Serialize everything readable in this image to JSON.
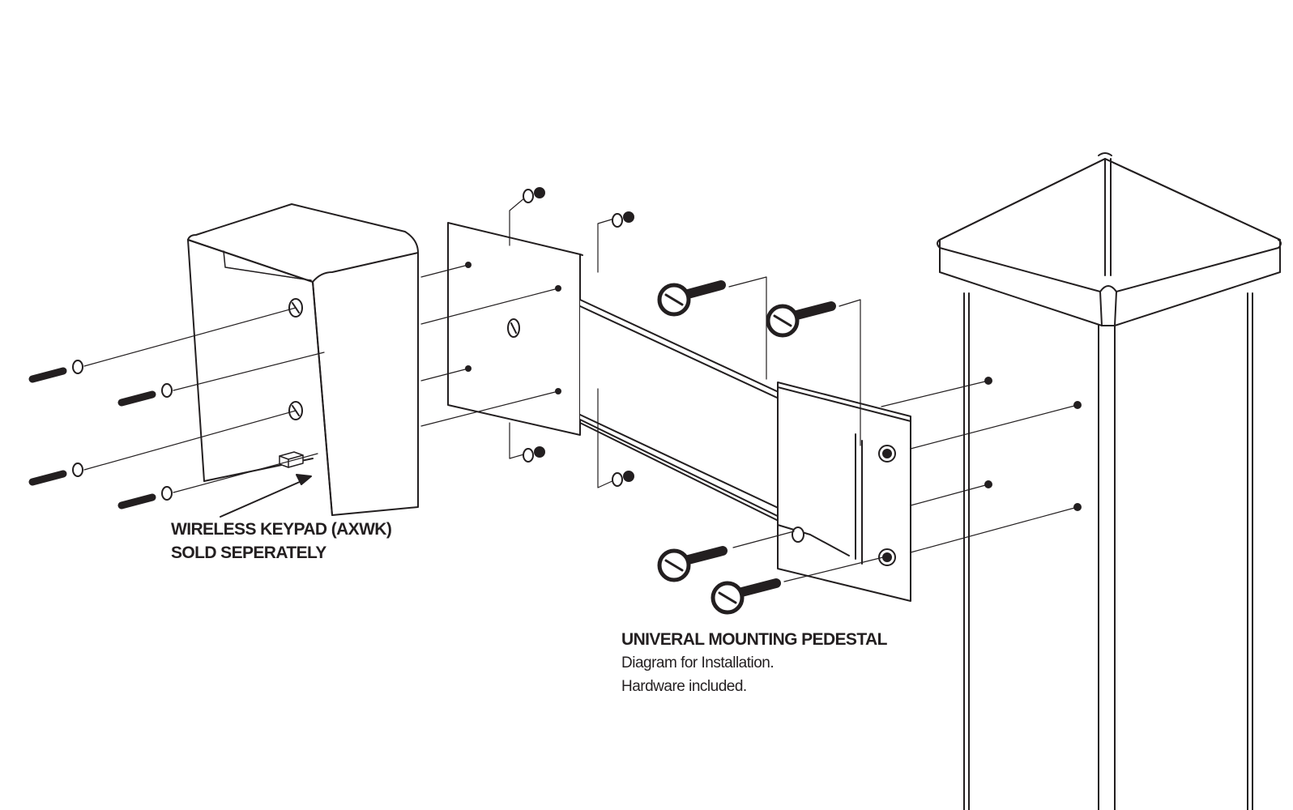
{
  "keypad_label": {
    "line1": "WIRELESS KEYPAD (AXWK)",
    "line2": "SOLD SEPERATELY"
  },
  "pedestal_label": {
    "title": "UNIVERAL MOUNTING PEDESTAL",
    "line1": "Diagram for Installation.",
    "line2": "Hardware included."
  },
  "colors": {
    "ink": "#231f20",
    "background": "#ffffff"
  }
}
